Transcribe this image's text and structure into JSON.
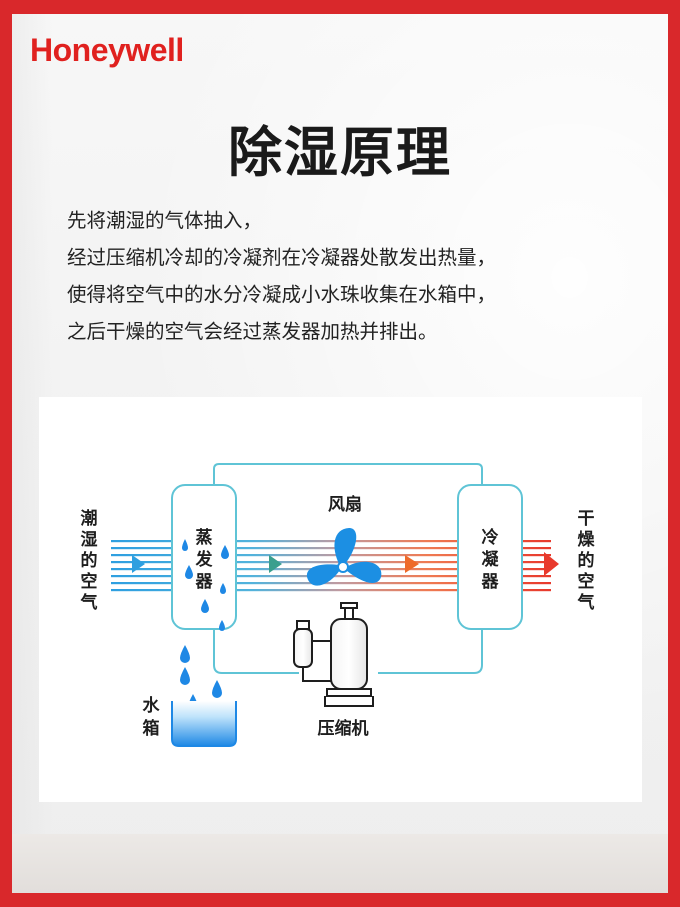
{
  "brand": {
    "logo_text": "Honeywell",
    "logo_color": "#e0211f"
  },
  "title": "除湿原理",
  "description": [
    "先将潮湿的气体抽入，",
    "经过压缩机冷却的冷凝剂在冷凝器处散发出热量，",
    "使得将空气中的水分冷凝成小水珠收集在水箱中，",
    "之后干燥的空气会经过蒸发器加热并排出。"
  ],
  "diagram": {
    "input_label": [
      "潮",
      "湿",
      "的",
      "空",
      "气"
    ],
    "output_label": [
      "干",
      "燥",
      "的",
      "空",
      "气"
    ],
    "evaporator": [
      "蒸",
      "发",
      "器"
    ],
    "condenser": [
      "冷",
      "凝",
      "器"
    ],
    "fan": "风扇",
    "compressor": "压缩机",
    "water_tank": [
      "水",
      "箱"
    ],
    "colors": {
      "moist_air": "#2e9fe0",
      "dry_air": "#e8392c",
      "pipe": "#5fc4d6",
      "fan": "#1c8fe3",
      "water": "#1e88e5"
    }
  }
}
